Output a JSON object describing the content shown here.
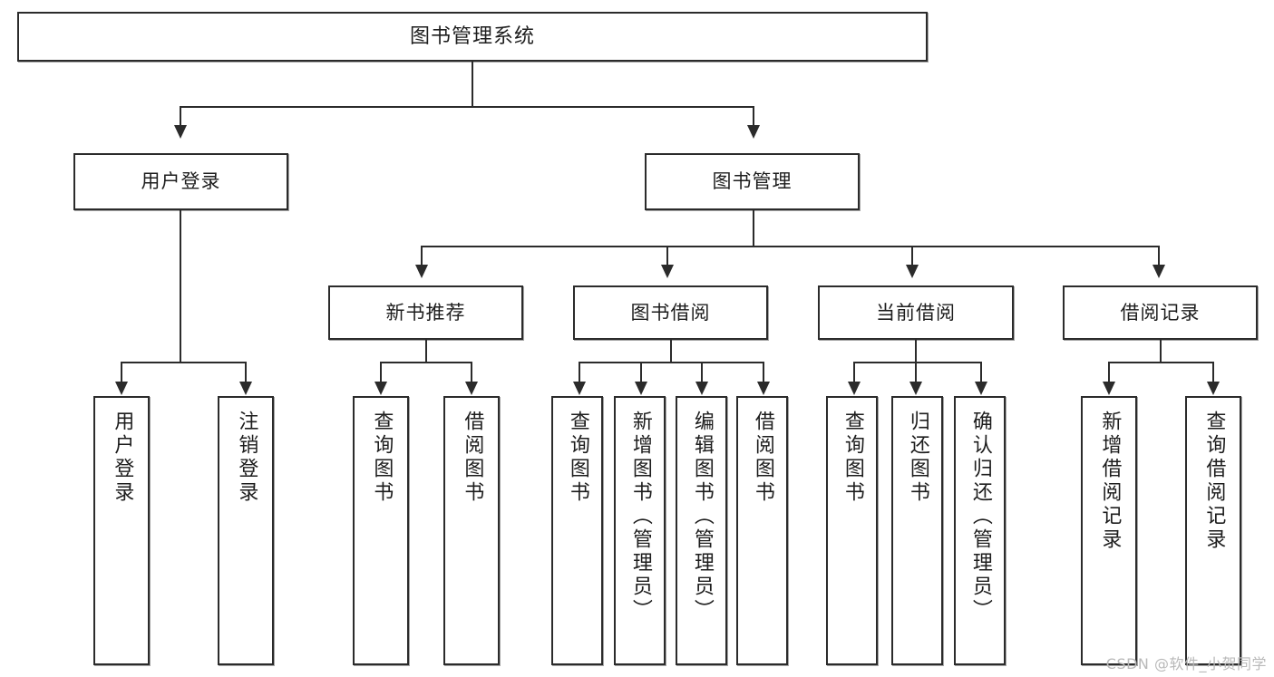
{
  "diagram": {
    "type": "tree-hierarchy-chart",
    "title": "图书管理系统",
    "watermark": "CSDN @软件_小贺同学",
    "colors": {
      "stroke": "#2b2b2b",
      "fill": "#ffffff",
      "text": "#1d1d1d",
      "watermark": "#b9b9b9"
    },
    "root": {
      "label": "图书管理系统"
    },
    "level2": [
      {
        "label": "用户登录"
      },
      {
        "label": "图书管理"
      }
    ],
    "level3": [
      {
        "label": "新书推荐"
      },
      {
        "label": "图书借阅"
      },
      {
        "label": "当前借阅"
      },
      {
        "label": "借阅记录"
      }
    ],
    "leaves": {
      "user_login": [
        {
          "label": "用户登录"
        },
        {
          "label": "注销登录"
        }
      ],
      "new_book": [
        {
          "label": "查询图书"
        },
        {
          "label": "借阅图书"
        }
      ],
      "book_borrow": [
        {
          "label": "查询图书"
        },
        {
          "label": "新增图书（管理员）"
        },
        {
          "label": "编辑图书（管理员）"
        },
        {
          "label": "借阅图书"
        }
      ],
      "current_borrow": [
        {
          "label": "查询图书"
        },
        {
          "label": "归还图书"
        },
        {
          "label": "确认归还（管理员）"
        }
      ],
      "borrow_record": [
        {
          "label": "新增借阅记录"
        },
        {
          "label": "查询借阅记录"
        }
      ]
    }
  }
}
